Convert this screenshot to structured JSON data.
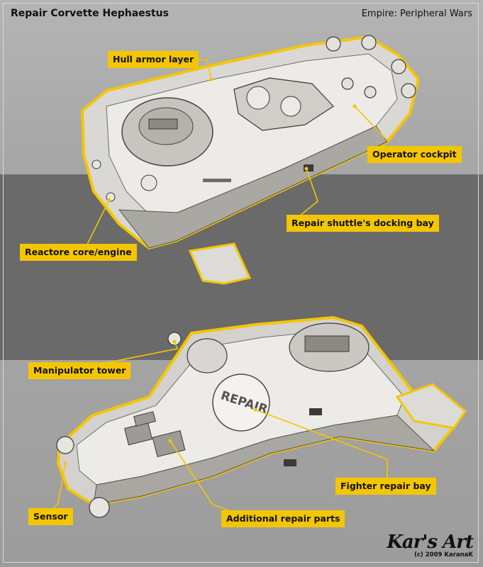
{
  "header": {
    "title": "Repair Corvette Hephaestus",
    "subtitle": "Empire: Peripheral Wars"
  },
  "callouts": {
    "hull_armor": "Hull armor layer",
    "operator_cockpit": "Operator cockpit",
    "docking_bay": "Repair shuttle's docking bay",
    "reactor": "Reactore core/engine",
    "manipulator": "Manipulator tower",
    "fighter_bay": "Fighter repair bay",
    "sensor": "Sensor",
    "repair_parts": "Additional repair parts"
  },
  "ship": {
    "deck_marking": "REPAIR"
  },
  "logo": {
    "main": "Kar's Art",
    "sub": "(c) 2009 KaranaK"
  },
  "colors": {
    "callout": "#f4c600",
    "outline": "#f4c600",
    "hull_light": "#ececea",
    "hull_mid": "#cfceca",
    "hull_dark": "#8c8b86"
  }
}
